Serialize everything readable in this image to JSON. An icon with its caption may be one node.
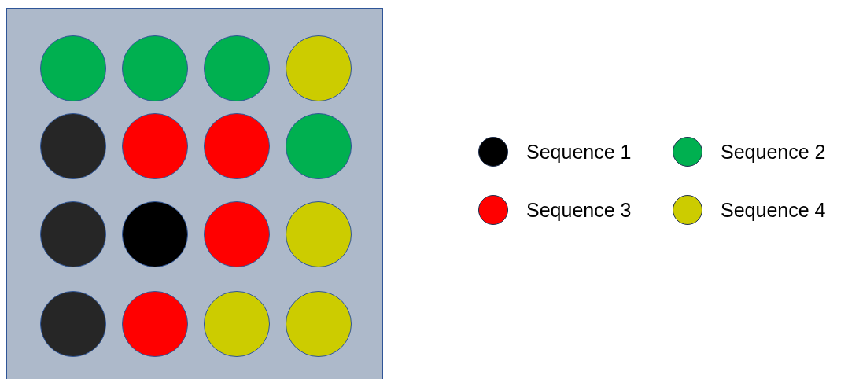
{
  "diagram": {
    "nodes": [
      {
        "text": [],
        "shape": "box"
      },
      {
        "text": [],
        "shape": "circle",
        "in": 0
      },
      {
        "text": [],
        "shape": "circle",
        "in": 0
      },
      {
        "text": [],
        "shape": "circle",
        "in": 0
      },
      {
        "text": [],
        "shape": "circle",
        "in": 0
      },
      {
        "text": [],
        "shape": "circle",
        "in": 0
      },
      {
        "text": [],
        "shape": "circle",
        "in": 0
      },
      {
        "text": [],
        "shape": "circle",
        "in": 0
      },
      {
        "text": [],
        "shape": "circle",
        "in": 0
      },
      {
        "text": [],
        "shape": "circle",
        "in": 0
      },
      {
        "text": [],
        "shape": "circle",
        "in": 0
      },
      {
        "text": [],
        "shape": "circle",
        "in": 0
      },
      {
        "text": [],
        "shape": "circle",
        "in": 0
      },
      {
        "text": [],
        "shape": "circle",
        "in": 0
      },
      {
        "text": [],
        "shape": "circle",
        "in": 0
      },
      {
        "text": [],
        "shape": "circle",
        "in": 0
      },
      {
        "text": [],
        "shape": "circle",
        "in": 0
      }
    ],
    "legend": [
      {
        "text": "Sequence 1",
        "color": "#000000"
      },
      {
        "text": "Sequence 2",
        "color": "#00b050"
      },
      {
        "text": "Sequence 3",
        "color": "#ff0000"
      },
      {
        "text": "Sequence 4",
        "color": "#cccc00"
      }
    ]
  }
}
